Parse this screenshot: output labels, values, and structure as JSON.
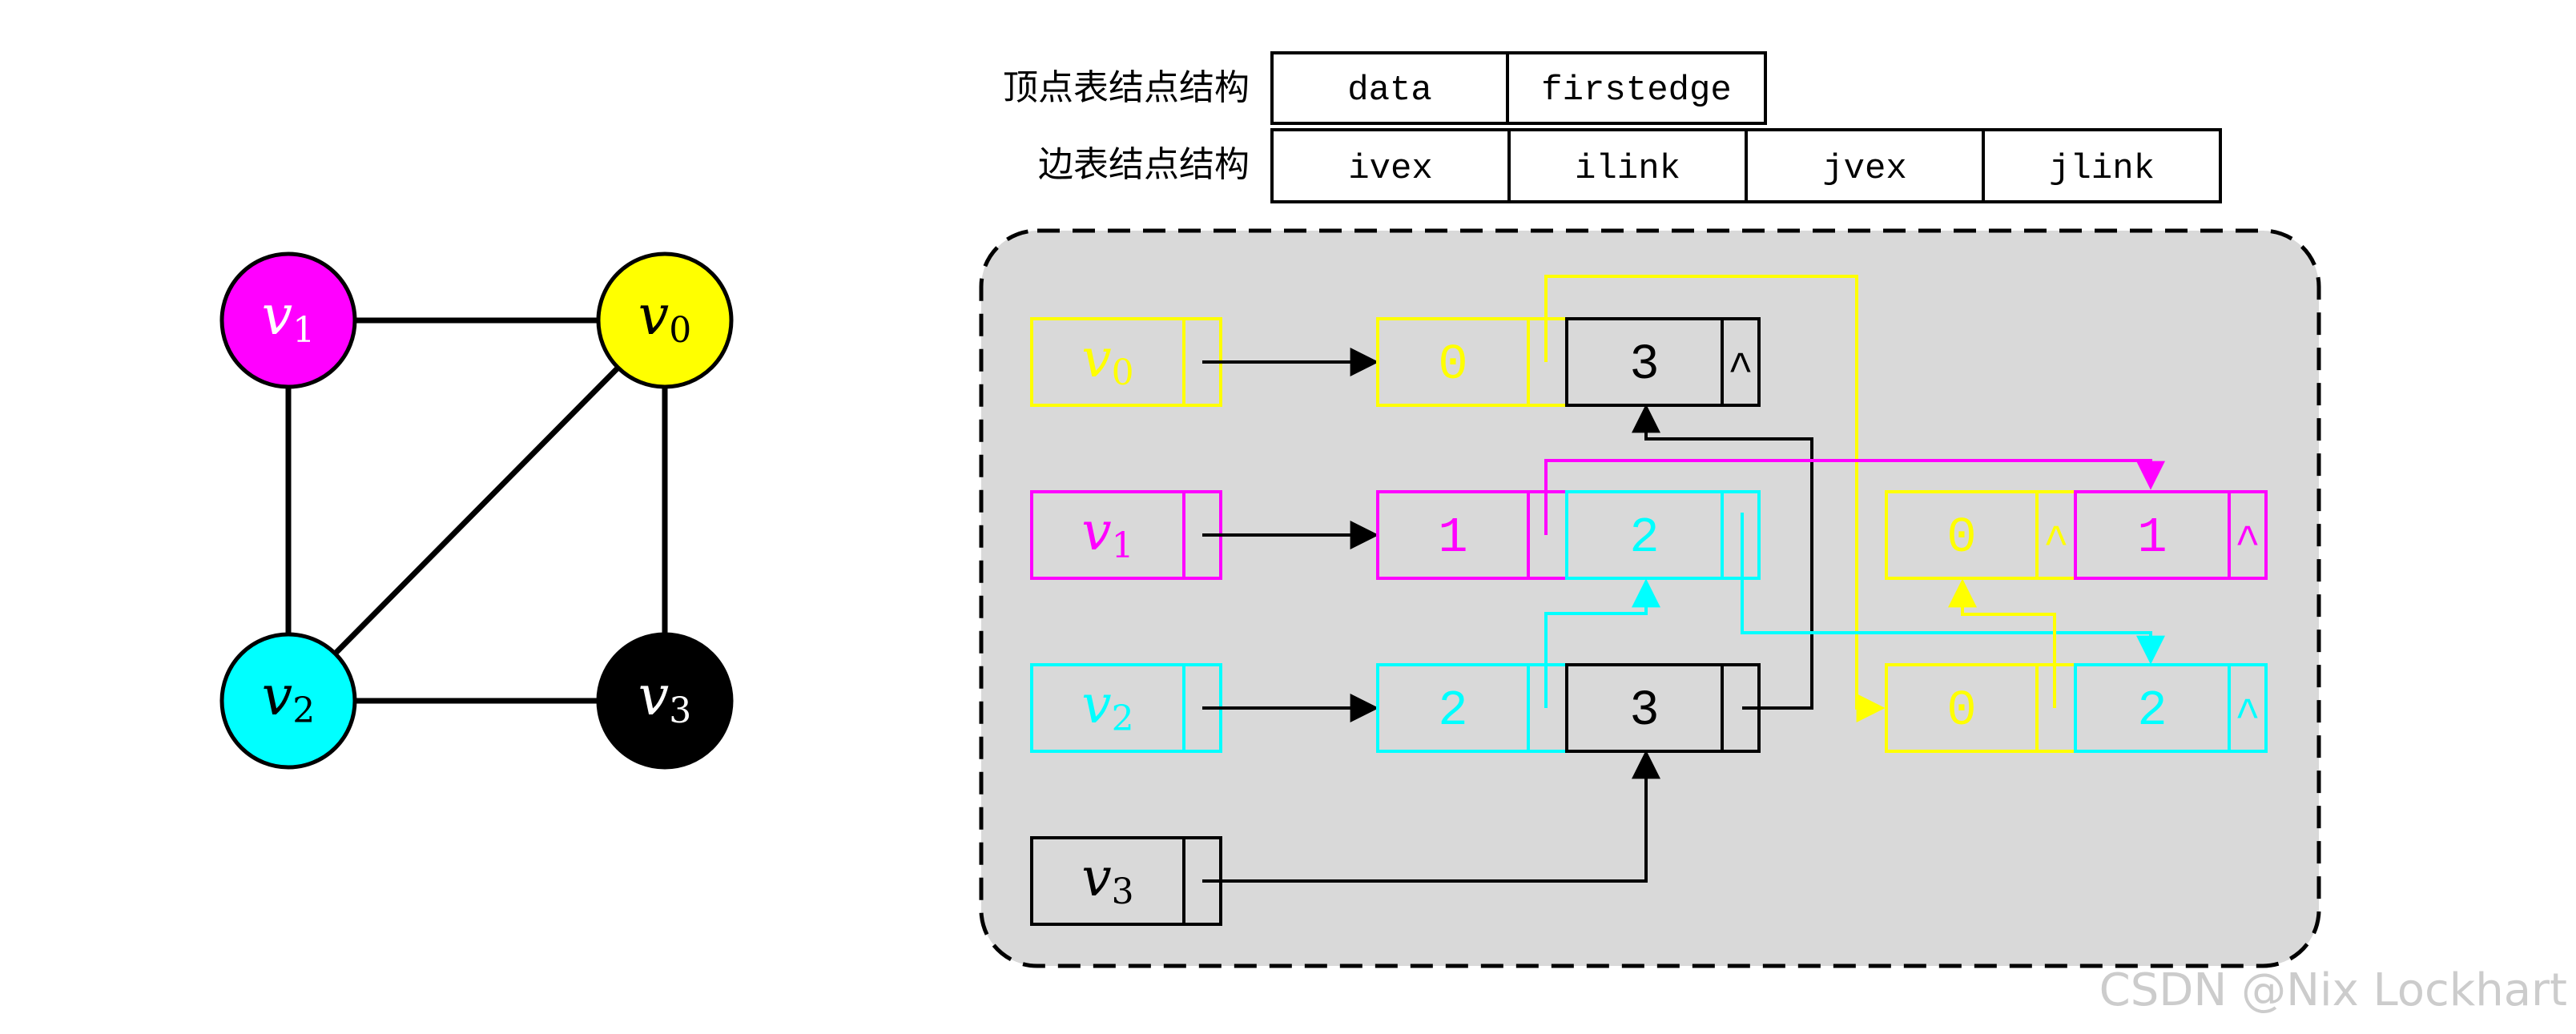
{
  "graph": {
    "vertices": [
      {
        "id": "v0",
        "name": "v",
        "sub": "0",
        "fill": "#ffff00",
        "text_color": "#000000"
      },
      {
        "id": "v1",
        "name": "v",
        "sub": "1",
        "fill": "#ff00ff",
        "text_color": "#ffffff"
      },
      {
        "id": "v2",
        "name": "v",
        "sub": "2",
        "fill": "#00ffff",
        "text_color": "#000000"
      },
      {
        "id": "v3",
        "name": "v",
        "sub": "3",
        "fill": "#000000",
        "text_color": "#ffffff"
      }
    ],
    "edges": [
      [
        "v1",
        "v0"
      ],
      [
        "v1",
        "v2"
      ],
      [
        "v0",
        "v2"
      ],
      [
        "v0",
        "v3"
      ],
      [
        "v2",
        "v3"
      ]
    ]
  },
  "legend": {
    "vertex_label": "顶点表结点结构",
    "vertex_fields": [
      "data",
      "firstedge"
    ],
    "edge_label": "边表结点结构",
    "edge_fields": [
      "ivex",
      "ilink",
      "jvex",
      "jlink"
    ]
  },
  "structure": {
    "null_symbol": "^",
    "colors": {
      "v0": "#ffff00",
      "v1": "#ff00ff",
      "v2": "#00ffff",
      "v3": "#000000",
      "panel": "#d9d9d9"
    },
    "vertex_rows": [
      {
        "name": "v",
        "sub": "0",
        "color": "#ffff00"
      },
      {
        "name": "v",
        "sub": "1",
        "color": "#ff00ff"
      },
      {
        "name": "v",
        "sub": "2",
        "color": "#00ffff"
      },
      {
        "name": "v",
        "sub": "3",
        "color": "#000000"
      }
    ],
    "edge_nodes": [
      {
        "id": "e00",
        "ivex": "0",
        "jvex": "3",
        "icolor": "#ffff00",
        "jcolor": "#000000",
        "ilink_null": false,
        "jlink_null": true
      },
      {
        "id": "e10",
        "ivex": "1",
        "jvex": "2",
        "icolor": "#ff00ff",
        "jcolor": "#00ffff",
        "ilink_null": false,
        "jlink_null": false
      },
      {
        "id": "e20",
        "ivex": "2",
        "jvex": "3",
        "icolor": "#00ffff",
        "jcolor": "#000000",
        "ilink_null": false,
        "jlink_null": false
      },
      {
        "id": "e01",
        "ivex": "0",
        "jvex": "1",
        "icolor": "#ffff00",
        "jcolor": "#ff00ff",
        "ilink_null": true,
        "jlink_null": true
      },
      {
        "id": "e11",
        "ivex": "0",
        "jvex": "2",
        "icolor": "#ffff00",
        "jcolor": "#00ffff",
        "ilink_null": false,
        "jlink_null": true
      }
    ]
  },
  "watermark": "CSDN @Nix Lockhart"
}
